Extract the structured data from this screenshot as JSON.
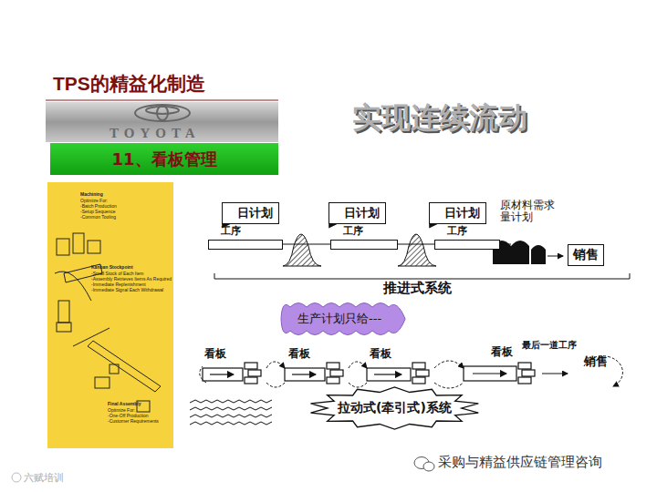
{
  "diagram": {
    "title": "TPS的精益化制造",
    "nodes": [
      {
        "text": [
          "11、看板管理"
        ]
      },
      {
        "text": [
          "日计划"
        ]
      },
      {
        "text": [
          "工序"
        ]
      },
      {
        "text": [
          "日计划"
        ]
      },
      {
        "text": [
          "工序"
        ]
      },
      {
        "text": [
          "日计划"
        ]
      },
      {
        "text": [
          "工序"
        ]
      },
      {
        "text": [
          "销售"
        ]
      },
      {
        "text": [
          "生产计划只给---"
        ]
      },
      {
        "text": [
          "拉动式(牵引式)系统"
        ]
      }
    ],
    "edges": [
      {
        "from": 1,
        "to": 2,
        "arrow": "to"
      },
      {
        "from": 3,
        "to": 4,
        "arrow": "to"
      },
      {
        "from": 5,
        "to": 6,
        "arrow": "to"
      }
    ],
    "labels": [
      "TOYOTA",
      "实现连续流动",
      "Machining",
      "Optimize For:",
      "-Batch Production",
      "-Setup Sequence",
      "-Common Tooling",
      "Kanban Stockpoint",
      "-Small Stock of Each Item",
      "-Assembly Retrieves Items As Required",
      "-Immediate Replenishment",
      "-Immediate Signal Each Withdrawal",
      "Final Assembly",
      "Optimize For:",
      "-One-Off Production",
      "-Customer Requirements",
      "原材料需求量计划",
      "推进式系统",
      "看板",
      "看板",
      "看板",
      "看板",
      "最后一道工序",
      "销售",
      "采购与精益供应链管理咨询",
      "六赋培训"
    ]
  }
}
